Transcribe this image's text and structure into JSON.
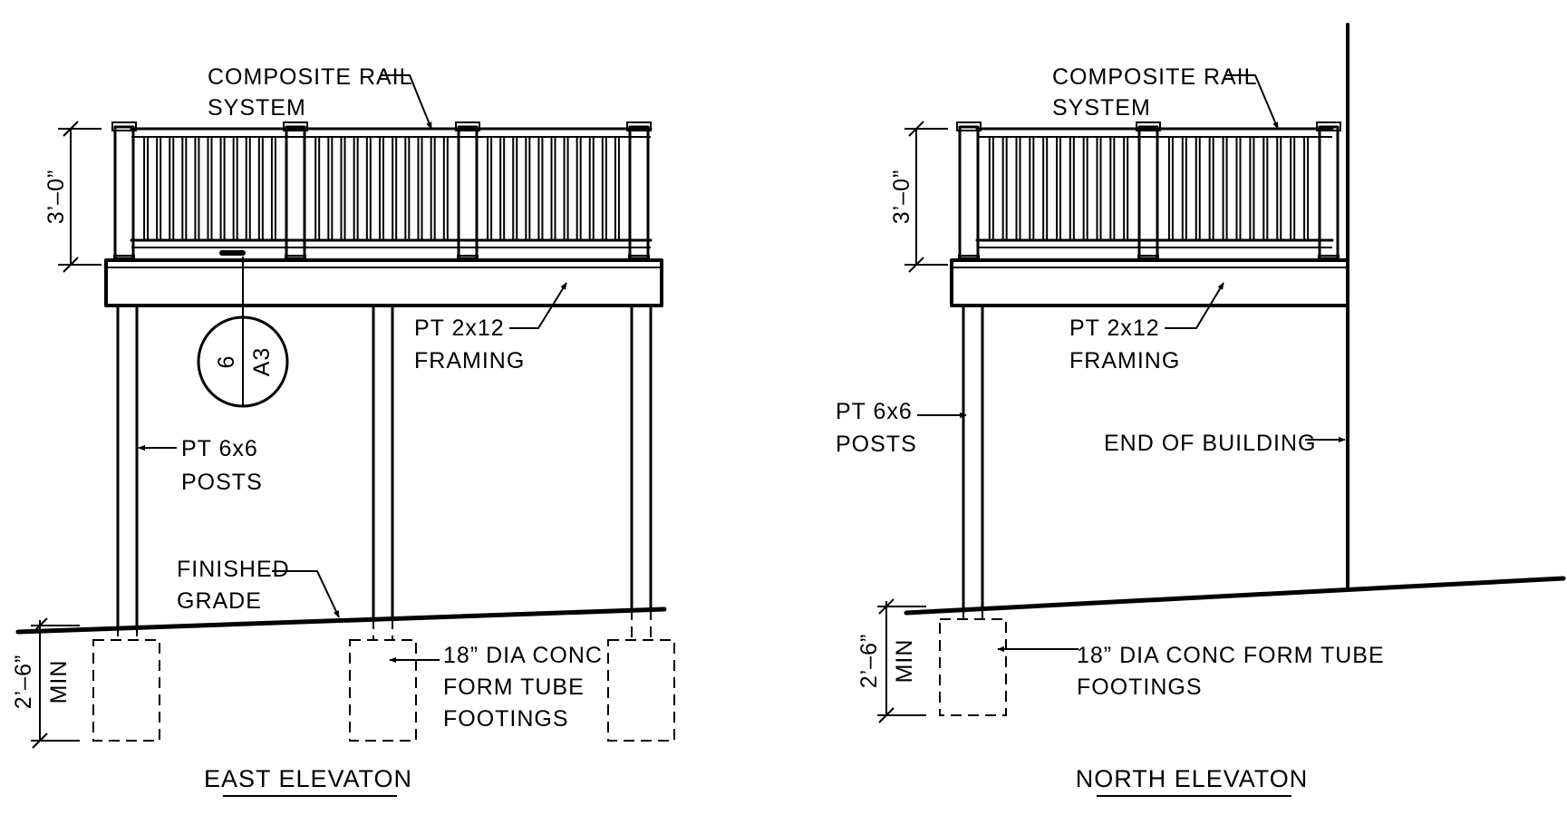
{
  "east": {
    "rail_line1": "COMPOSITE RAIL",
    "rail_line2": "SYSTEM",
    "rail_height": "3’–0”",
    "framing_line1": "PT 2x12",
    "framing_line2": "FRAMING",
    "posts_line1": "PT 6x6",
    "posts_line2": "POSTS",
    "grade_line1": "FINISHED",
    "grade_line2": "GRADE",
    "footing_line1": "18” DIA CONC",
    "footing_line2": "FORM TUBE",
    "footing_line3": "FOOTINGS",
    "depth": "2’–6”",
    "depth_note": "MIN",
    "detail_number": "6",
    "detail_sheet": "A3",
    "title": "EAST ELEVATON"
  },
  "north": {
    "rail_line1": "COMPOSITE RAIL",
    "rail_line2": "SYSTEM",
    "rail_height": "3’–0”",
    "framing_line1": "PT 2x12",
    "framing_line2": "FRAMING",
    "posts_line1": "PT 6x6",
    "posts_line2": "POSTS",
    "building_label": "END OF BUILDING",
    "footing_line1": "18” DIA CONC FORM TUBE",
    "footing_line2": "FOOTINGS",
    "depth": "2’–6”",
    "depth_note": "MIN",
    "title": "NORTH ELEVATON"
  }
}
